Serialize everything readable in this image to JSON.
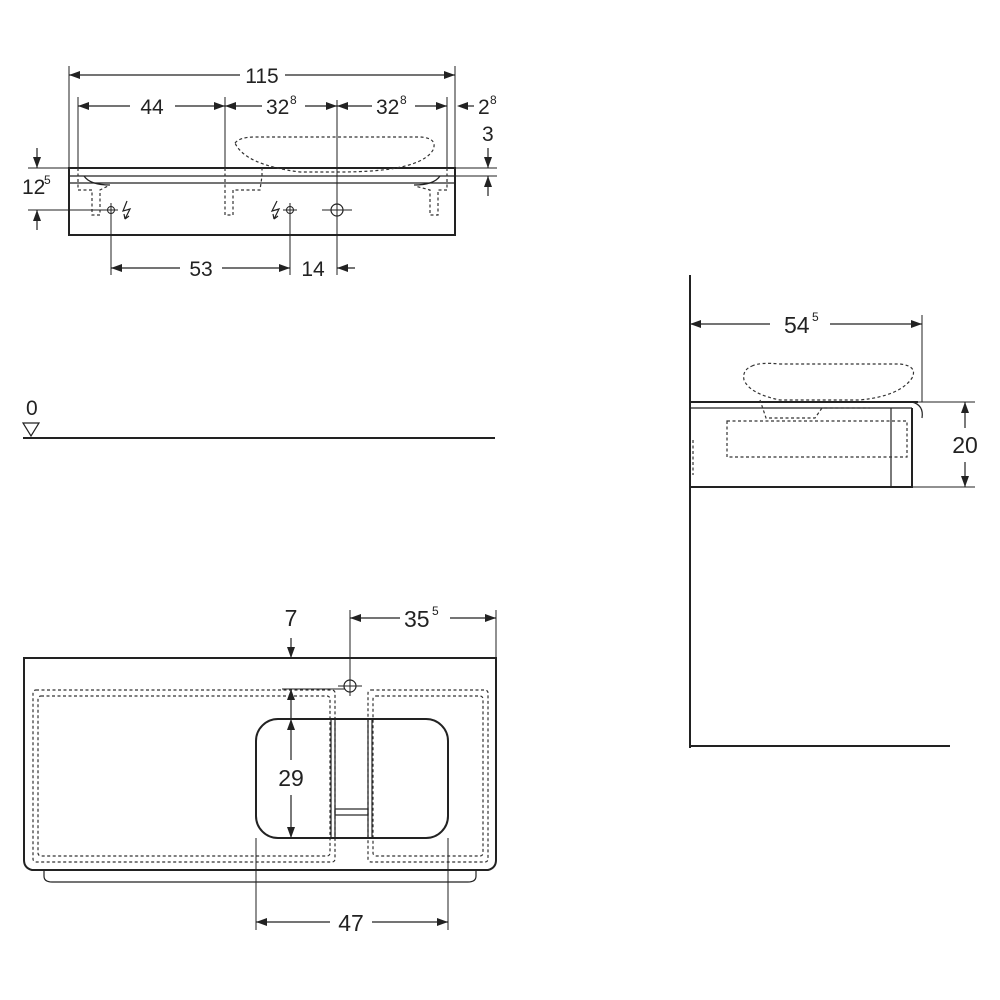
{
  "front_view": {
    "dim_total_width": "115",
    "dim_left_shelf": "44",
    "dim_basin_left": {
      "main": "32",
      "sup": "8"
    },
    "dim_basin_right": {
      "main": "32",
      "sup": "8"
    },
    "dim_right_edge": {
      "main": "2",
      "sup": "8"
    },
    "dim_top_thickness": "3",
    "dim_height": {
      "main": "12",
      "sup": "5"
    },
    "dim_outlet_spacing": "53",
    "dim_drain_offset": "14"
  },
  "floor_level": {
    "label": "0"
  },
  "side_view": {
    "dim_depth": {
      "main": "54",
      "sup": "5"
    },
    "dim_height": "20"
  },
  "top_view": {
    "dim_tap_offset": "7",
    "dim_right_offset": {
      "main": "35",
      "sup": "5"
    },
    "dim_basin_depth": "29",
    "dim_basin_width": "47"
  }
}
